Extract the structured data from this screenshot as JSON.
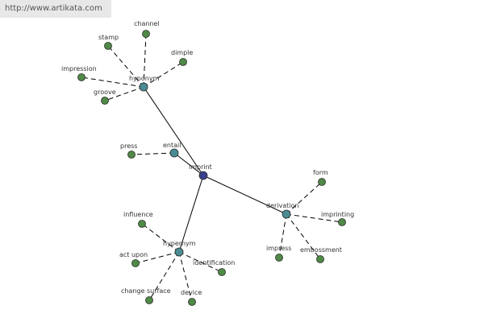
{
  "watermark": "http://www.artikata.com",
  "colors": {
    "center": "#3a3f8f",
    "group": "#4b8c93",
    "leaf": "#4f8a46",
    "node_stroke": "#2a2a2a"
  },
  "labels": {
    "center": "imprint",
    "hyponym": "hyponym",
    "derivation": "derivation",
    "hypernym": "hypernym",
    "entail": "entail",
    "channel": "channel",
    "stamp": "stamp",
    "dimple": "dimple",
    "impression": "impression",
    "groove": "groove",
    "press": "press",
    "form": "form",
    "imprinting": "imprinting",
    "impress": "impress",
    "embossment": "embossment",
    "influence": "influence",
    "act_upon": "act upon",
    "identification": "identification",
    "change_surface": "change surface",
    "device": "device"
  }
}
